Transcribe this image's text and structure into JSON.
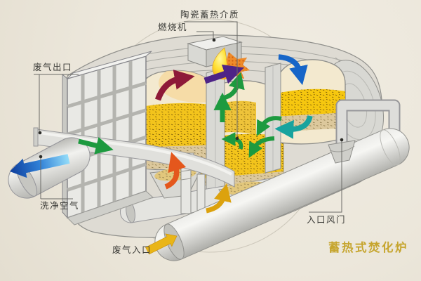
{
  "page": {
    "background_color": "#ece7dd"
  },
  "diagram": {
    "title": {
      "text": "蓄热式焚化炉",
      "color": "#c6a52e"
    },
    "labels": {
      "ceramic_media": "陶瓷蓄热介质",
      "burner": "燃烧机",
      "exhaust_outlet": "废气出口",
      "clean_air": "洗净空气",
      "exhaust_inlet": "废气入口",
      "inlet_damper": "入口风门"
    },
    "flow_arrows": [
      {
        "name": "clean-air-outlet-arrow",
        "color_start": "#93dcf9",
        "color_end": "#0d3d9b"
      },
      {
        "name": "outlet-duct-arrow",
        "color": "#1d9a3f"
      },
      {
        "name": "chamber1-rise-arrow",
        "color": "#8e1a38"
      },
      {
        "name": "burner-flame-arrow",
        "color": "#4e2487"
      },
      {
        "name": "flame-return-arrow",
        "color": "#1d9a3f"
      },
      {
        "name": "chamber2-up-arrow",
        "color": "#1d9a3f"
      },
      {
        "name": "chamber2-circulation-arrow",
        "color": "#1d9a3f"
      },
      {
        "name": "chamber3-transfer-arrow-upper",
        "color": "#1d9a3f"
      },
      {
        "name": "chamber3-transfer-arrow-lower",
        "color": "#1d9a3f"
      },
      {
        "name": "chamber3-down-arrow",
        "color": "#1665c8"
      },
      {
        "name": "chamber3-return-arrow",
        "color": "#18a39e"
      },
      {
        "name": "chamber1-inlet-arrow",
        "color": "#e4571c"
      },
      {
        "name": "manifold-up-arrow",
        "color": "#dca20e"
      },
      {
        "name": "exhaust-inlet-arrow",
        "color": "#e9b517"
      }
    ],
    "palette": {
      "machine_gray": "#dedbd3",
      "lattice_gray": "#e9e9e5",
      "chamber_cream": "#f3e9cf",
      "media_yellow": "#f3c41c",
      "media_tan": "#dcc89c",
      "flame_yellow": "#ffe94a",
      "flame_orange": "#e8731f",
      "label_color": "#3c3c38",
      "leader_line_color": "#6a6a66"
    }
  }
}
